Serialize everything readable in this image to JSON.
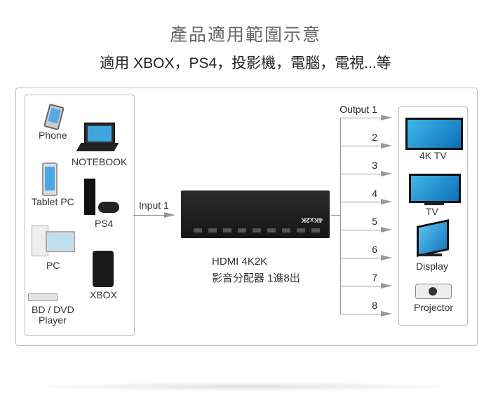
{
  "title": "產品適用範圍示意",
  "subtitle": "適用 XBOX，PS4，投影機，電腦，電視...等",
  "sources": {
    "phone": "Phone",
    "notebook": "NOTEBOOK",
    "tablet": "Tablet PC",
    "ps4": "PS4",
    "pc": "PC",
    "xbox": "XBOX",
    "bd_dvd_1": "BD / DVD",
    "bd_dvd_2": "Player"
  },
  "input_label": "Input 1",
  "device": {
    "badge": "4Kx2K",
    "name_line1": "HDMI 4K2K",
    "name_line2": "影音分配器 1進8出"
  },
  "outputs": [
    "Output 1",
    "2",
    "3",
    "4",
    "5",
    "6",
    "7",
    "8"
  ],
  "displays": {
    "tv4k": "4K TV",
    "tv": "TV",
    "display": "Display",
    "projector": "Projector"
  }
}
